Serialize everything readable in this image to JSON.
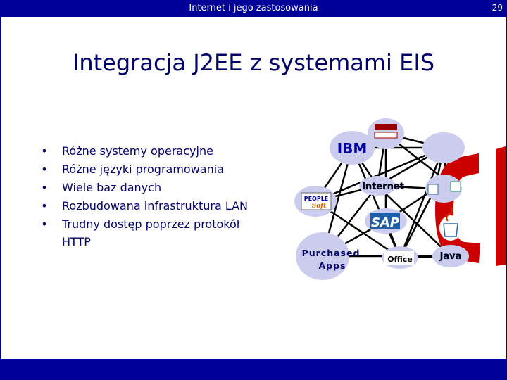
{
  "header": {
    "title": "Internet i jego zastosowania",
    "page_number": "29"
  },
  "title": "Integracja J2EE z systemami EIS",
  "bullets": [
    "Różne systemy operacyjne",
    "Różne języki programowania",
    "Wiele baz danych",
    "Rozbudowana infrastruktura LAN",
    "Trudny dostęp poprzez protokół"
  ],
  "bullet_continuation": "HTTP",
  "diagram": {
    "labels": {
      "ibm": "IBM",
      "internet": "Internet",
      "sap": "SAP",
      "people": "PEOPLE",
      "soft": "Soft",
      "purchased": "Purchased",
      "apps": "Apps",
      "office": "Office",
      "java": "Java"
    },
    "colors": {
      "primary": "#000099",
      "node": "#ccccee",
      "accent": "#cc0000"
    }
  }
}
